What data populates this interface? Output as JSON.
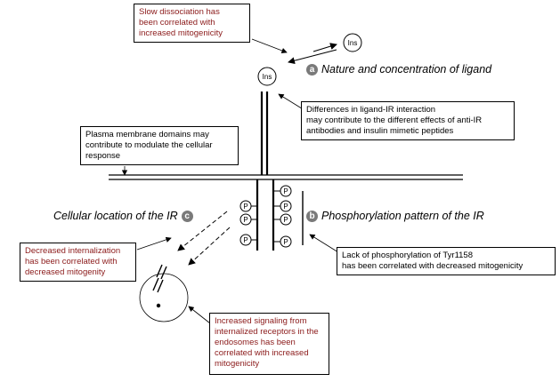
{
  "ligand_label": "Ins",
  "phospho_label": "P",
  "boxes": {
    "slow_dissociation": [
      "Slow dissociation has",
      "been correlated with",
      "increased mitogenicity"
    ],
    "ligand_interaction": [
      "Differences in ligand-IR interaction",
      "may contribute to the different effects of anti-IR",
      "antibodies and insulin mimetic peptides"
    ],
    "plasma_membrane": [
      "Plasma membrane domains may",
      "contribute to modulate the cellular",
      "response"
    ],
    "internalization": [
      "Decreased internalization",
      "has been correlated with",
      "decreased mitogenity"
    ],
    "tyr1158": [
      "Lack of phosphorylation of Tyr1158",
      "has been correlated with decreased mitogenicity"
    ],
    "endosome_signaling": [
      "Increased signaling from",
      "internalized receptors in the",
      "endosomes has been",
      "correlated with increased",
      "mitogenicity"
    ]
  },
  "labels": {
    "a": {
      "badge": "a",
      "text": "Nature and concentration of ligand"
    },
    "b": {
      "badge": "b",
      "text": "Phosphorylation pattern of the IR"
    },
    "c": {
      "badge": "c",
      "text": "Cellular location of the IR"
    }
  },
  "colors": {
    "highlight_text": "#8b1a1a",
    "badge_fill": "#7a7a7a"
  }
}
